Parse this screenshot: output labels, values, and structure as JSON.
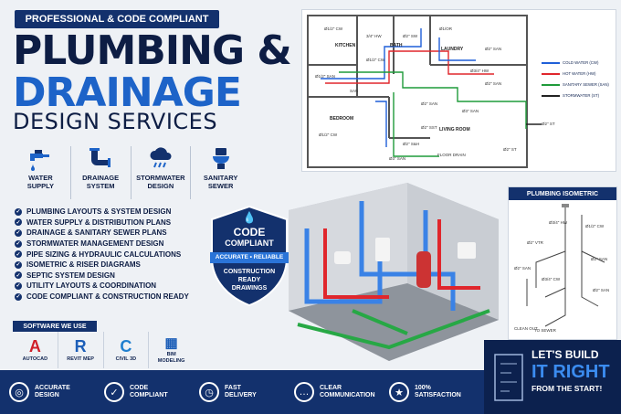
{
  "header": {
    "badge": "PROFESSIONAL & CODE COMPLIANT",
    "title_line1": "PLUMBING &",
    "title_line2": "DRAINAGE",
    "title_line3": "DESIGN SERVICES"
  },
  "categories": [
    {
      "label_1": "WATER",
      "label_2": "SUPPLY",
      "icon": "faucet-icon"
    },
    {
      "label_1": "DRAINAGE",
      "label_2": "SYSTEM",
      "icon": "pipe-icon"
    },
    {
      "label_1": "STORMWATER",
      "label_2": "DESIGN",
      "icon": "rain-cloud-icon"
    },
    {
      "label_1": "SANITARY",
      "label_2": "SEWER",
      "icon": "toilet-icon"
    }
  ],
  "services": [
    "PLUMBING LAYOUTS & SYSTEM DESIGN",
    "WATER SUPPLY & DISTRIBUTION PLANS",
    "DRAINAGE & SANITARY SEWER PLANS",
    "STORMWATER MANAGEMENT DESIGN",
    "PIPE SIZING & HYDRAULIC CALCULATIONS",
    "ISOMETRIC & RISER DIAGRAMS",
    "SEPTIC SYSTEM DESIGN",
    "UTILITY LAYOUTS & COORDINATION",
    "CODE COMPLIANT & CONSTRUCTION READY"
  ],
  "software": {
    "label": "SOFTWARE WE USE",
    "items": [
      {
        "glyph": "A",
        "name": "AUTOCAD",
        "color": "#d0202a"
      },
      {
        "glyph": "R",
        "name": "REVIT MEP",
        "color": "#1d5fb8"
      },
      {
        "glyph": "C",
        "name": "CIVIL 3D",
        "color": "#1f7fcf"
      },
      {
        "glyph": "▦",
        "name_1": "BIM",
        "name_2": "MODELING",
        "color": "#1d5fb8"
      }
    ]
  },
  "seal": {
    "line1": "CODE",
    "line2": "COMPLIANT",
    "ribbon": "ACCURATE • RELIABLE",
    "line3": "CONSTRUCTION",
    "line4": "READY",
    "line5": "DRAWINGS"
  },
  "plan": {
    "rooms": [
      "KITCHEN",
      "BATH",
      "LAUNDRY",
      "BEDROOM",
      "LIVING ROOM"
    ],
    "legend": [
      {
        "label": "COLD WATER (CW)",
        "color": "#1f5fd8"
      },
      {
        "label": "HOT WATER (HW)",
        "color": "#e0262c"
      },
      {
        "label": "SANITARY SEWER (SAN)",
        "color": "#1f9b3a"
      },
      {
        "label": "STORMWATER (ST)",
        "color": "#222222"
      }
    ],
    "annotations": [
      "Ø1/2\" CW",
      "3/4\" HW",
      "Ø2\" SW",
      "Ø1/2\" CW",
      "Ø1/OR",
      "Ø3/4\" HW",
      "Ø2\" SAN",
      "Ø2\" SAN",
      "Ø2\" SAN",
      "Ø3\" SAN",
      "Ø1/2\" SAN",
      "Ø2\" SST",
      "Ø2\" ST",
      "Ø1/2\" CW",
      "Ø3\" SAN",
      "Ø2\" S&H",
      "FLOOR DRAIN",
      "Ø2\" ST",
      "SAN"
    ]
  },
  "isometric": {
    "title": "PLUMBING ISOMETRIC",
    "labels": [
      "Ø3/4\" HW",
      "Ø1/2\" CW",
      "Ø2\" VTR",
      "Ø2\" SAN",
      "Ø2\" SAN",
      "Ø3/4\" CW",
      "TO SEWER",
      "CLEAN OUT",
      "Ø2\" SAN"
    ]
  },
  "features": [
    {
      "line1": "ACCURATE",
      "line2": "DESIGN",
      "icon": "target-icon",
      "glyph": "◎"
    },
    {
      "line1": "CODE",
      "line2": "COMPLIANT",
      "icon": "shield-check-icon",
      "glyph": "✓"
    },
    {
      "line1": "FAST",
      "line2": "DELIVERY",
      "icon": "clock-icon",
      "glyph": "◷"
    },
    {
      "line1": "CLEAR",
      "line2": "COMMUNICATION",
      "icon": "chat-icon",
      "glyph": "…"
    },
    {
      "line1": "100%",
      "line2": "SATISFACTION",
      "icon": "award-icon",
      "glyph": "★"
    }
  ],
  "cta": {
    "line1": "LET'S BUILD",
    "line2": "IT RIGHT",
    "line3": "FROM THE START!"
  }
}
